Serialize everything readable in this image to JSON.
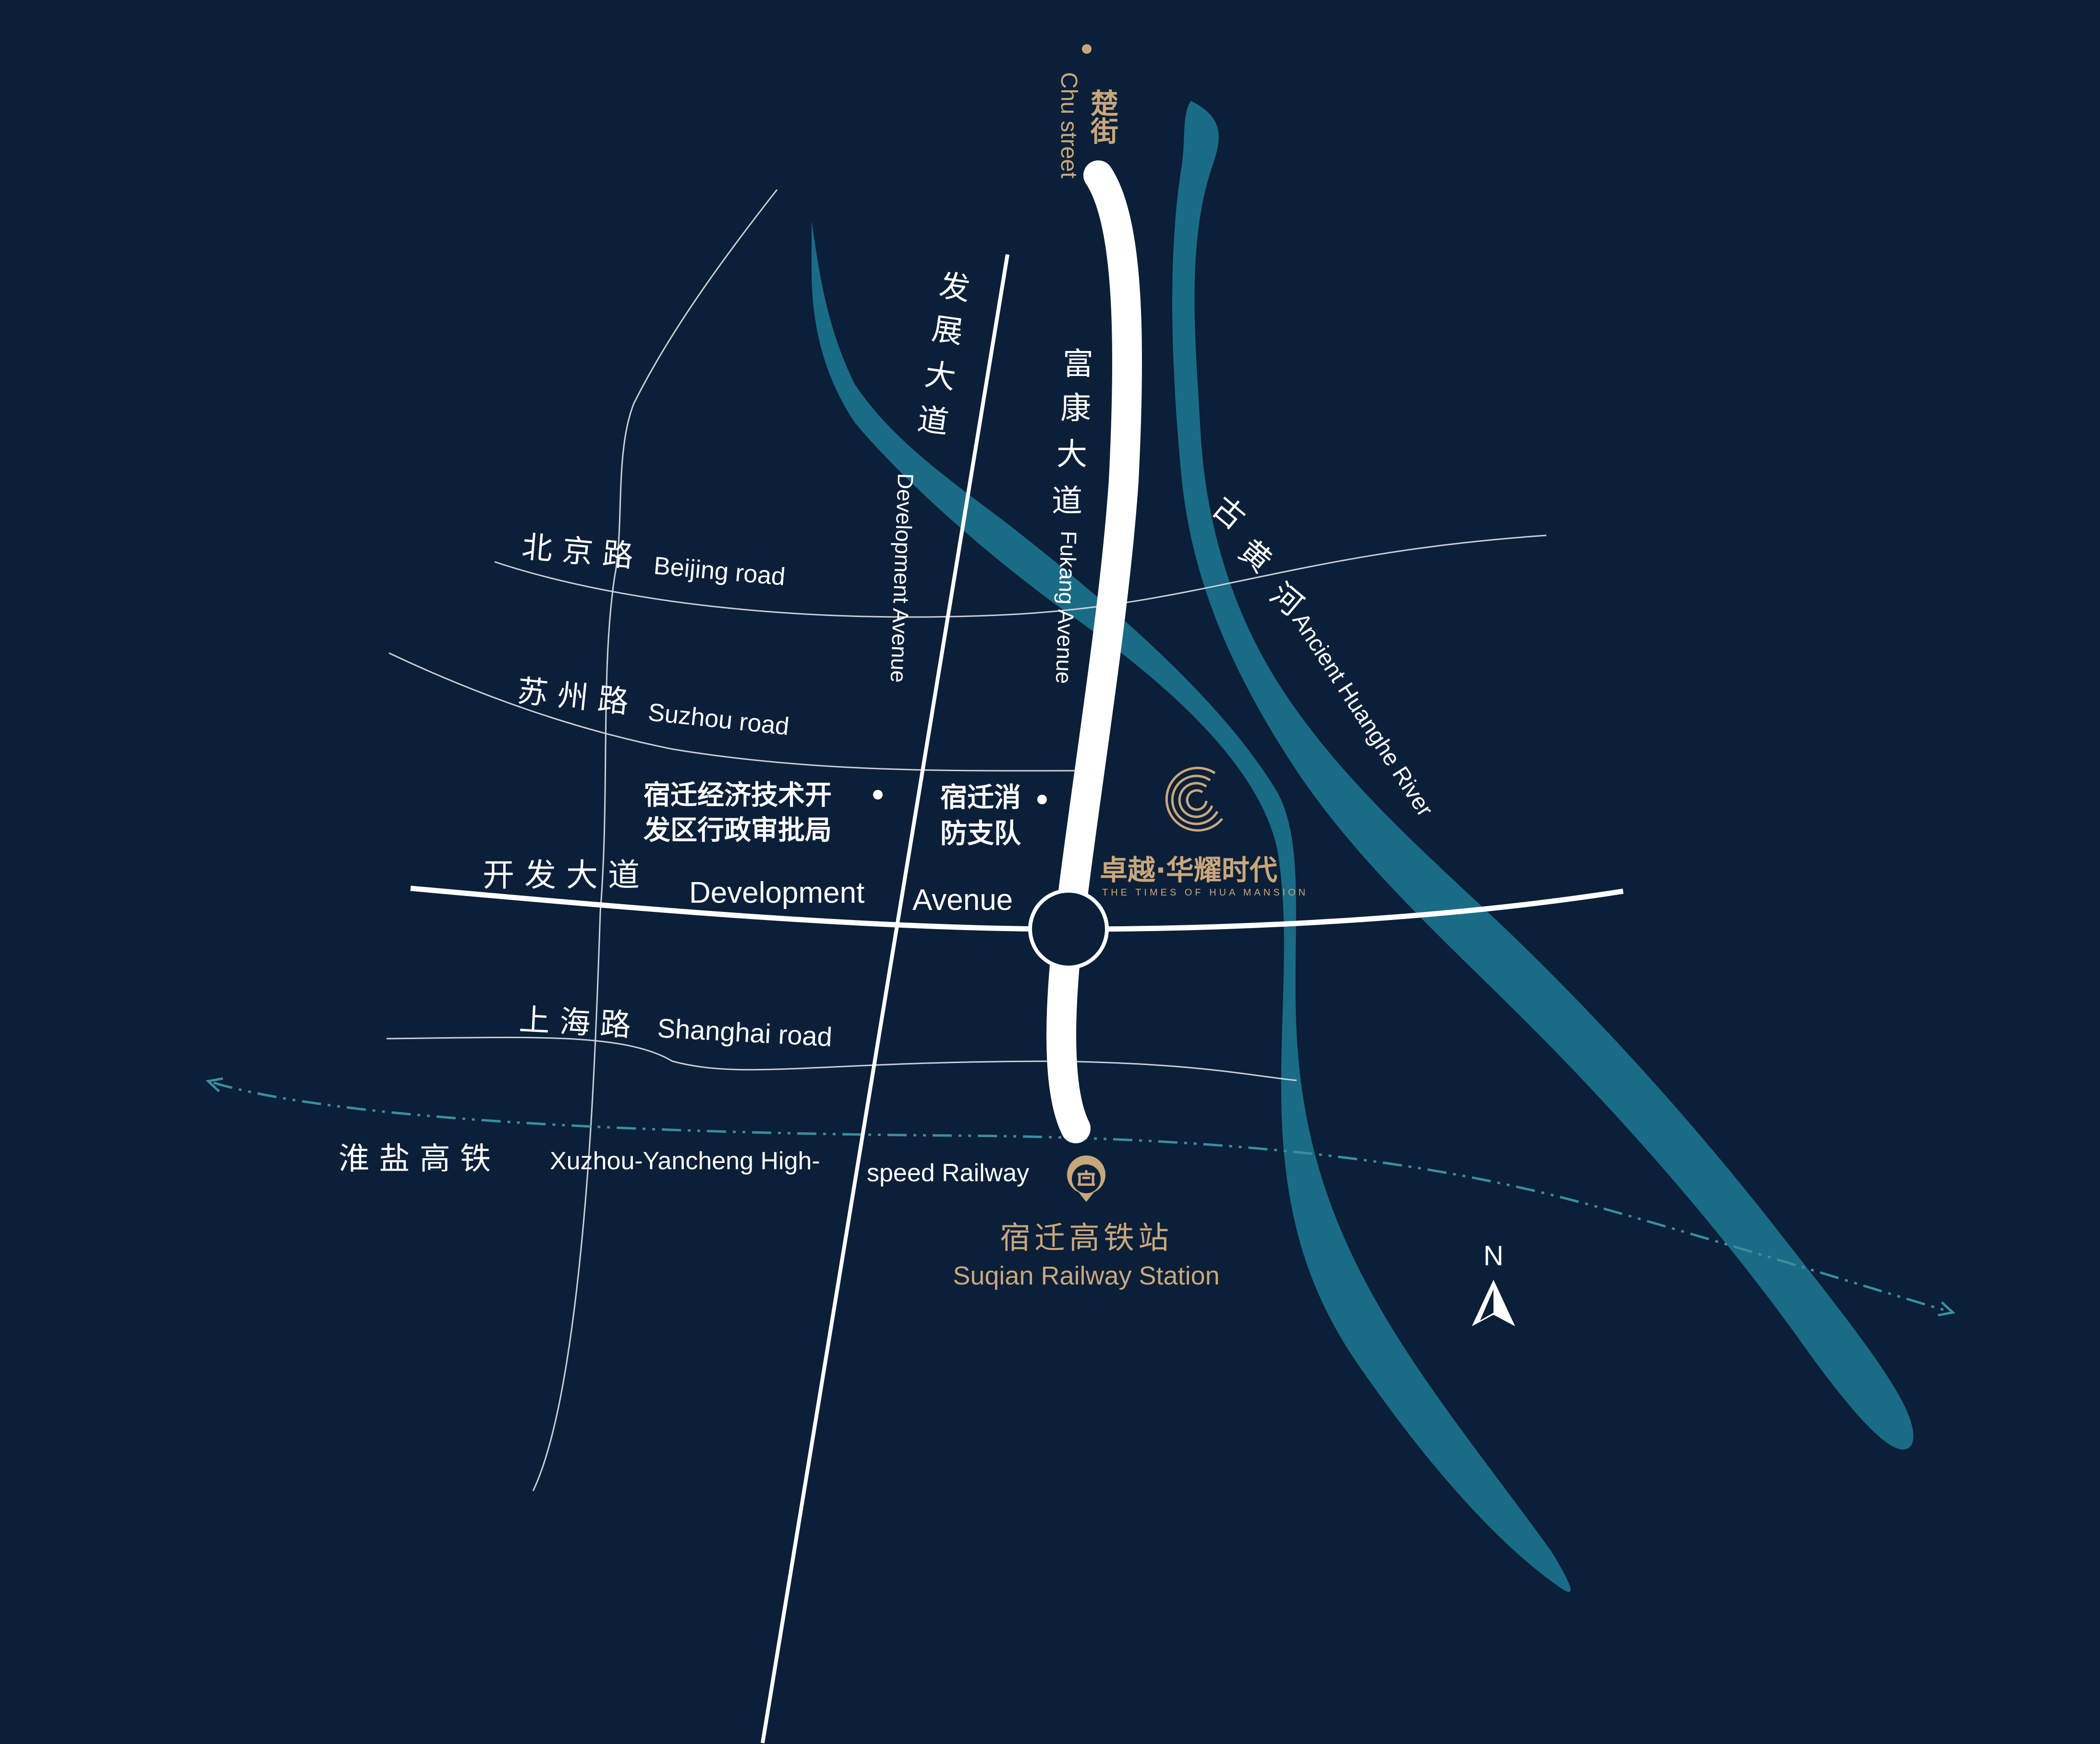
{
  "colors": {
    "background": "#0b1f38",
    "road": "#ffffff",
    "thin_road": "#c8d0da",
    "river": "#1a6b85",
    "railway": "#3a8ea0",
    "gold": "#c9a77c"
  },
  "roads": {
    "chu_street_cn": "楚街",
    "chu_street_en": "Chu street",
    "development_ave_cn": [
      "发",
      "展",
      "大",
      "道"
    ],
    "development_ave_en": "Development Avenue",
    "fukang_ave_cn": [
      "富",
      "康",
      "大",
      "道"
    ],
    "fukang_ave_en": "Fukang Avenue",
    "beijing_road_cn": "北 京 路",
    "beijing_road_en": "Beijing road",
    "suzhou_road_cn": "苏 州 路",
    "suzhou_road_en": "Suzhou road",
    "kaifa_ave_cn": "开 发 大 道",
    "kaifa_ave_en_1": "Development",
    "kaifa_ave_en_2": "Avenue",
    "shanghai_road_cn": "上 海 路",
    "shanghai_road_en": "Shanghai road",
    "railway_cn": "淮 盐 高 铁",
    "railway_en_1": "Xuzhou-Yancheng High-",
    "railway_en_2": "speed Railway"
  },
  "river": {
    "name_cn": [
      "古",
      "黄",
      "河"
    ],
    "name_en": "Ancient Huanghe River"
  },
  "landmarks": {
    "admin_bureau_line1": "宿迁经济技术开",
    "admin_bureau_line2": "发区行政审批局",
    "fire_brigade_line1": "宿迁消",
    "fire_brigade_line2": "防支队"
  },
  "project": {
    "name_cn": "卓越·华耀时代",
    "name_en": "THE TIMES OF HUA MANSION",
    "icon": "spiral-logo-icon"
  },
  "station": {
    "name_cn": "宿迁高铁站",
    "name_en": "Suqian Railway Station",
    "icon": "railway-station-icon"
  },
  "compass": {
    "label": "N",
    "icon": "north-arrow-icon"
  }
}
